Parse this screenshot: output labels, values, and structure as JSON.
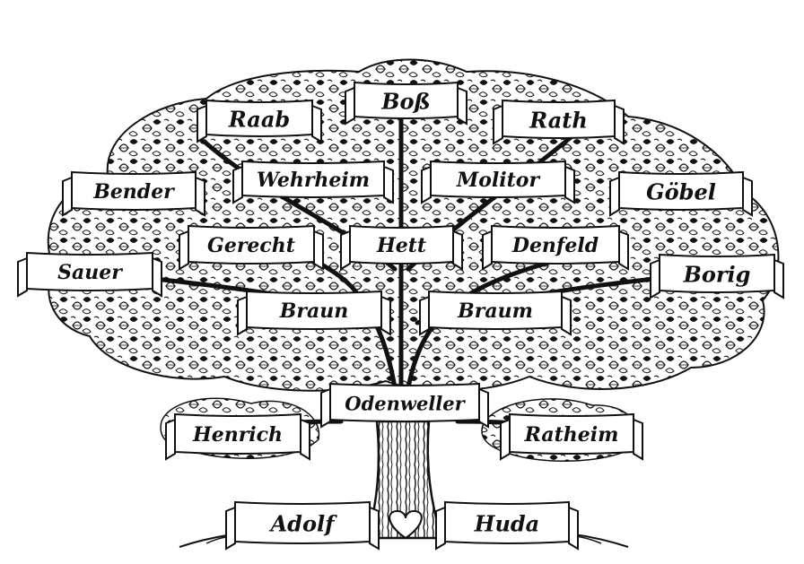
{
  "tree": {
    "colors": {
      "ink": "#111111",
      "paper": "#ffffff"
    },
    "banners": [
      {
        "id": "boss",
        "label": "Boß"
      },
      {
        "id": "raab",
        "label": "Raab"
      },
      {
        "id": "rath",
        "label": "Rath"
      },
      {
        "id": "wehrheim",
        "label": "Wehrheim"
      },
      {
        "id": "molitor",
        "label": "Molitor"
      },
      {
        "id": "bender",
        "label": "Bender"
      },
      {
        "id": "goebel",
        "label": "Göbel"
      },
      {
        "id": "gerecht",
        "label": "Gerecht"
      },
      {
        "id": "hett",
        "label": "Hett"
      },
      {
        "id": "denfeld",
        "label": "Denfeld"
      },
      {
        "id": "sauer",
        "label": "Sauer"
      },
      {
        "id": "borig",
        "label": "Borig"
      },
      {
        "id": "braun",
        "label": "Braun"
      },
      {
        "id": "braum",
        "label": "Braum"
      },
      {
        "id": "odenweller",
        "label": "Odenweller"
      },
      {
        "id": "henrich",
        "label": "Henrich"
      },
      {
        "id": "ratheim",
        "label": "Ratheim"
      },
      {
        "id": "adolf",
        "label": "Adolf"
      },
      {
        "id": "huda",
        "label": "Huda"
      }
    ]
  }
}
